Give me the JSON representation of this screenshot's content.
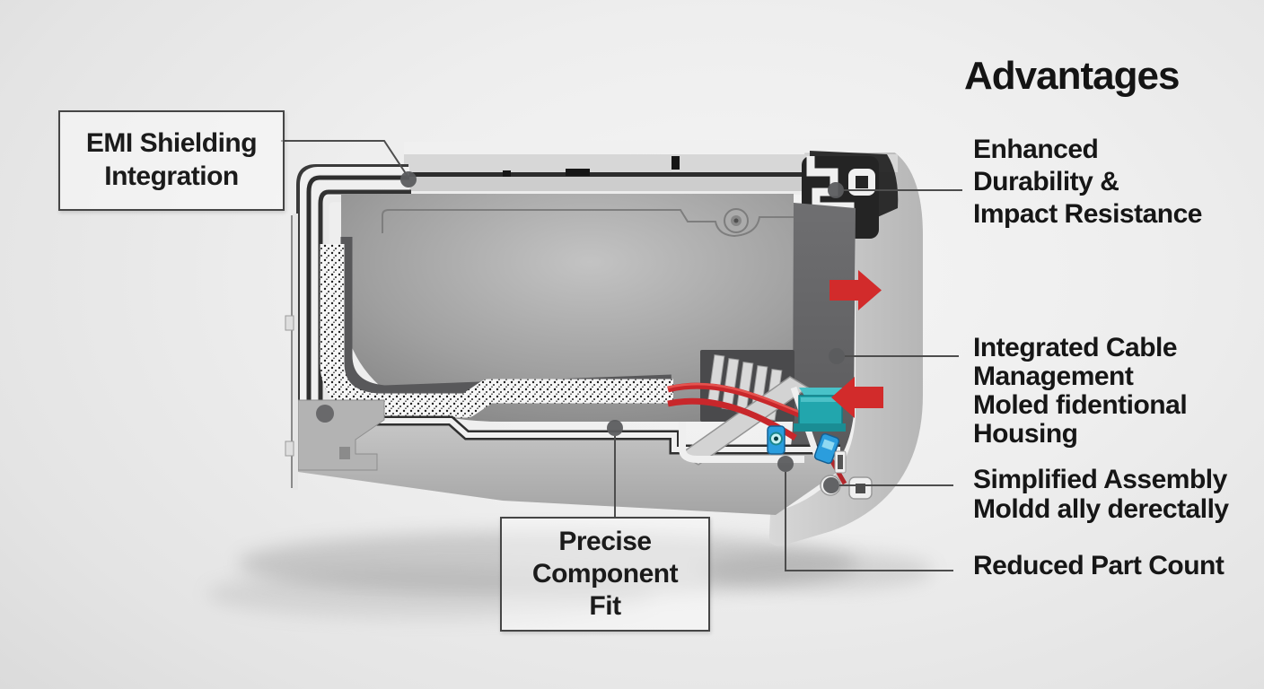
{
  "advantages": {
    "heading": "Advantages",
    "items": [
      {
        "label": "Enhanced\nDurability &\nImpact Resistance"
      },
      {
        "label": "Integrated Cable\nManagement"
      },
      {
        "label": "Moled fidentional\nHousing"
      },
      {
        "label": "Simplified Assembly\nMoldd ally derectally"
      },
      {
        "label": "Reduced Part Count"
      }
    ]
  },
  "callout_boxes": {
    "emi_shielding": "EMI Shielding\nIntegration",
    "precise_fit": "Precise\nComponent\nFit"
  },
  "colors": {
    "arrow_red": "#d22b2b",
    "connector_teal": "#22a6ad",
    "connector_blue": "#2b9ddd",
    "leader_line": "#4d4d4d",
    "callout_dot": "#5b5c5e",
    "text": "#1b1b1b"
  }
}
